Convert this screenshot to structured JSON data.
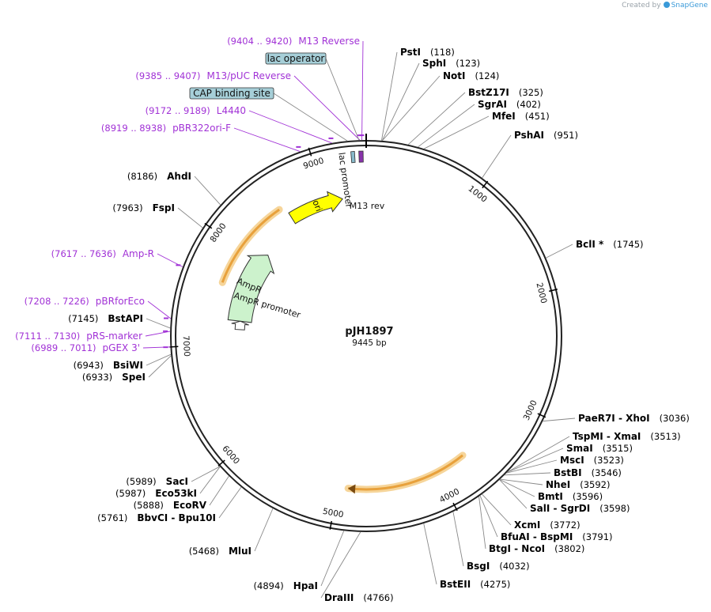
{
  "credit": {
    "prefix": "Created by",
    "brand": "SnapGene"
  },
  "plasmid": {
    "name": "pJH1897",
    "length_label": "9445 bp",
    "length": 9445
  },
  "ticks": [
    {
      "label": "1000",
      "pos": 1000
    },
    {
      "label": "2000",
      "pos": 2000
    },
    {
      "label": "3000",
      "pos": 3000
    },
    {
      "label": "4000",
      "pos": 4000
    },
    {
      "label": "5000",
      "pos": 5000
    },
    {
      "label": "6000",
      "pos": 6000
    },
    {
      "label": "7000",
      "pos": 7000
    },
    {
      "label": "8000",
      "pos": 8000
    },
    {
      "label": "9000",
      "pos": 9000
    }
  ],
  "enzymes_right": [
    {
      "name": "PstI",
      "pos_label": "(118)",
      "pos": 118
    },
    {
      "name": "SphI",
      "pos_label": "(123)",
      "pos": 123
    },
    {
      "name": "NotI",
      "pos_label": "(124)",
      "pos": 124
    },
    {
      "name": "BstZ17I",
      "pos_label": "(325)",
      "pos": 325
    },
    {
      "name": "SgrAI",
      "pos_label": "(402)",
      "pos": 402
    },
    {
      "name": "MfeI",
      "pos_label": "(451)",
      "pos": 451
    },
    {
      "name": "PshAI",
      "pos_label": "(951)",
      "pos": 951
    },
    {
      "name": "BclI *",
      "pos_label": "(1745)",
      "pos": 1745
    },
    {
      "name": "PaeR7I  - XhoI",
      "pos_label": "(3036)",
      "pos": 3036
    },
    {
      "name": "TspMI  - XmaI",
      "pos_label": "(3513)",
      "pos": 3513
    },
    {
      "name": "SmaI",
      "pos_label": "(3515)",
      "pos": 3515
    },
    {
      "name": "MscI",
      "pos_label": "(3523)",
      "pos": 3523
    },
    {
      "name": "BstBI",
      "pos_label": "(3546)",
      "pos": 3546
    },
    {
      "name": "NheI",
      "pos_label": "(3592)",
      "pos": 3592
    },
    {
      "name": "BmtI",
      "pos_label": "(3596)",
      "pos": 3596
    },
    {
      "name": "SalI  - SgrDI",
      "pos_label": "(3598)",
      "pos": 3598
    },
    {
      "name": "XcmI",
      "pos_label": "(3772)",
      "pos": 3772
    },
    {
      "name": "BfuAI  - BspMI",
      "pos_label": "(3791)",
      "pos": 3791
    },
    {
      "name": "BtgI  - NcoI",
      "pos_label": "(3802)",
      "pos": 3802
    },
    {
      "name": "BsgI",
      "pos_label": "(4032)",
      "pos": 4032
    },
    {
      "name": "BstEII",
      "pos_label": "(4275)",
      "pos": 4275
    },
    {
      "name": "DraIII",
      "pos_label": "(4766)",
      "pos": 4766
    }
  ],
  "enzymes_left": [
    {
      "name": "HpaI",
      "pos_label": "(4894)",
      "pos": 4894
    },
    {
      "name": "MluI",
      "pos_label": "(5468)",
      "pos": 5468
    },
    {
      "name": "BbvCI  - Bpu10I",
      "pos_label": "(5761)",
      "pos": 5761
    },
    {
      "name": "EcoRV",
      "pos_label": "(5888)",
      "pos": 5888
    },
    {
      "name": "Eco53kI",
      "pos_label": "(5987)",
      "pos": 5987
    },
    {
      "name": "SacI",
      "pos_label": "(5989)",
      "pos": 5989
    },
    {
      "name": "SpeI",
      "pos_label": "(6933)",
      "pos": 6933
    },
    {
      "name": "BsiWI",
      "pos_label": "(6943)",
      "pos": 6943
    },
    {
      "name": "BstAPI",
      "pos_label": "(7145)",
      "pos": 7145
    },
    {
      "name": "FspI",
      "pos_label": "(7963)",
      "pos": 7963
    },
    {
      "name": "AhdI",
      "pos_label": "(8186)",
      "pos": 8186
    }
  ],
  "primers": [
    {
      "name": "M13 Reverse",
      "range_label": "(9404 .. 9420)",
      "pos": 9412
    },
    {
      "name": "M13/pUC Reverse",
      "range_label": "(9385 .. 9407)",
      "pos": 9396
    },
    {
      "name": "L4440",
      "range_label": "(9172 .. 9189)",
      "pos": 9180
    },
    {
      "name": "pBR322ori-F",
      "range_label": "(8919 .. 8938)",
      "pos": 8928
    },
    {
      "name": "Amp-R",
      "range_label": "(7617 .. 7636)",
      "pos": 7626
    },
    {
      "name": "pBRforEco",
      "range_label": "(7208 .. 7226)",
      "pos": 7217
    },
    {
      "name": "pRS-marker",
      "range_label": "(7111 .. 7130)",
      "pos": 7120
    },
    {
      "name": "pGEX 3'",
      "range_label": "(6989 .. 7011)",
      "pos": 7000
    }
  ],
  "boxed_features": [
    {
      "name": "lac operator",
      "pos": 9390
    },
    {
      "name": "CAP binding site",
      "pos": 9300
    }
  ],
  "features": [
    {
      "name": "ori",
      "start": 8600,
      "end": 9189,
      "color": "#ffff00"
    },
    {
      "name": "AmpR",
      "start": 7260,
      "end": 8120,
      "color": "#ccf2cc"
    },
    {
      "name": "AmpR promoter",
      "start": 7160,
      "end": 7260,
      "color": "#ffffff"
    },
    {
      "name": "lac promoter",
      "start": 9320,
      "end": 9350,
      "color": "#88bbcc"
    },
    {
      "name": "M13 rev",
      "start": 9385,
      "end": 9420,
      "color": "#8833aa"
    }
  ],
  "highlights": [
    {
      "start": 7620,
      "end": 8540,
      "color": "#e8a13c"
    },
    {
      "start": 3700,
      "end": 4900,
      "color": "#e8a13c"
    }
  ],
  "colors": {
    "backbone": "#222222",
    "primer": "#a132d6",
    "enzyme": "#000000",
    "box_fill": "#a6cfd8",
    "leader": "#888888"
  }
}
